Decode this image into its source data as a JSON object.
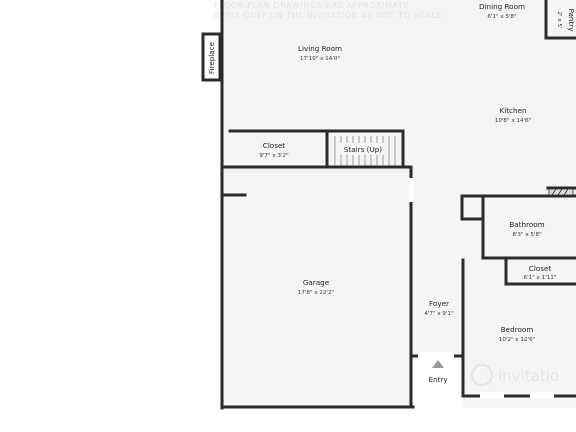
{
  "watermark": {
    "line1": "FLOOR PLAN DRAWINGS ARE APPROXIMATE",
    "line2": "APPLY ONLY ON THE INVITATION AS NOT TO SCALE",
    "logo_text": "invitatio"
  },
  "rooms": {
    "living_room": {
      "name": "Living Room",
      "dims": "17'10\" x 14'0\""
    },
    "dining_room": {
      "name": "Dining Room",
      "dims": "6'1\" x 5'8\""
    },
    "pantry": {
      "name": "Pantry",
      "dims": "2' x 5'"
    },
    "kitchen": {
      "name": "Kitchen",
      "dims": "10'8\" x 14'6\""
    },
    "closet_upper": {
      "name": "Closet",
      "dims": "9'7\" x 3'2\""
    },
    "stairs": {
      "name": "Stairs (Up)"
    },
    "fireplace": {
      "name": "Fireplace"
    },
    "bathroom": {
      "name": "Bathroom",
      "dims": "8'3\" x 5'8\""
    },
    "closet_lower": {
      "name": "Closet",
      "dims": "6'1\" x 1'11\""
    },
    "garage": {
      "name": "Garage",
      "dims": "17'8\" x 22'2\""
    },
    "foyer": {
      "name": "Foyer",
      "dims": "4'7\" x 9'1\""
    },
    "bedroom": {
      "name": "Bedroom",
      "dims": "10'2\" x 12'6\""
    },
    "entry": {
      "name": "Entry"
    }
  },
  "colors": {
    "wall": "#2b2b2b",
    "floor": "#f5f5f5",
    "background": "#ffffff",
    "watermark": "#e2e2e2"
  }
}
